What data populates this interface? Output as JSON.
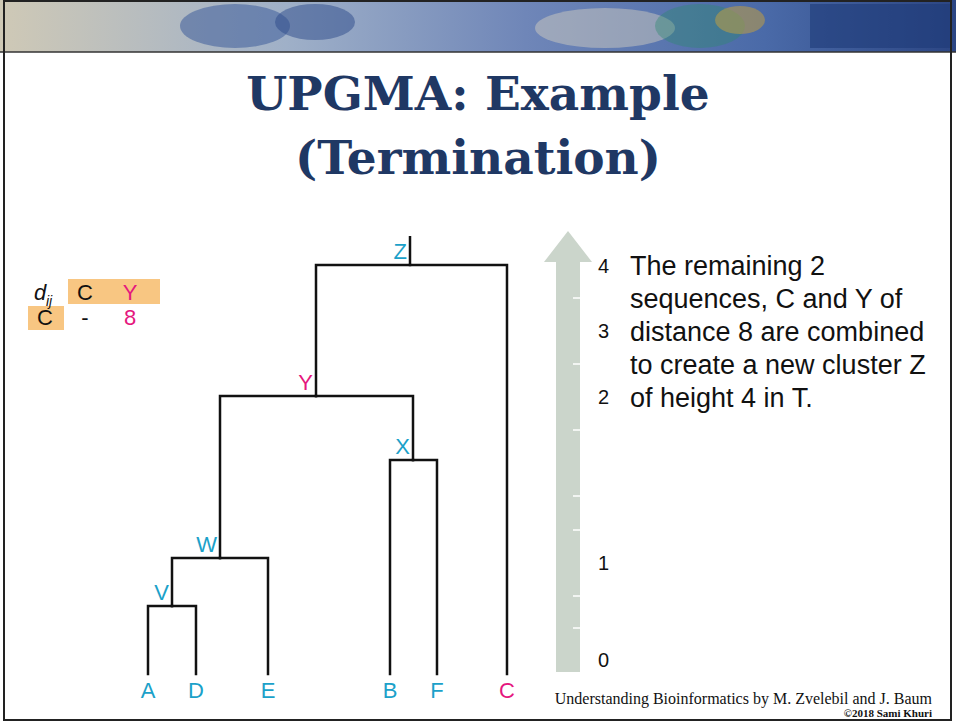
{
  "diagram": {
    "title": "UPGMA: Example (Termination)",
    "nodes": [
      {
        "text": [
          "Z"
        ]
      },
      {
        "text": [
          "Y"
        ]
      },
      {
        "text": [
          "X"
        ]
      },
      {
        "text": [
          "W"
        ]
      },
      {
        "text": [
          "V"
        ]
      },
      {
        "text": [
          "A"
        ]
      },
      {
        "text": [
          "D"
        ]
      },
      {
        "text": [
          "E"
        ]
      },
      {
        "text": [
          "B"
        ]
      },
      {
        "text": [
          "F"
        ]
      },
      {
        "text": [
          "C"
        ]
      }
    ],
    "edges": [
      {
        "from": 0,
        "to": 1,
        "arrow": "none"
      },
      {
        "from": 0,
        "to": 10,
        "arrow": "none"
      },
      {
        "from": 1,
        "to": 3,
        "arrow": "none"
      },
      {
        "from": 1,
        "to": 2,
        "arrow": "none"
      },
      {
        "from": 3,
        "to": 4,
        "arrow": "none"
      },
      {
        "from": 3,
        "to": 7,
        "arrow": "none"
      },
      {
        "from": 4,
        "to": 5,
        "arrow": "none"
      },
      {
        "from": 4,
        "to": 6,
        "arrow": "none"
      },
      {
        "from": 2,
        "to": 8,
        "arrow": "none"
      },
      {
        "from": 2,
        "to": 9,
        "arrow": "none"
      }
    ],
    "labels": [
      "d",
      "ij",
      "C",
      "Y",
      "C",
      "-",
      "8",
      "4",
      "3",
      "2",
      "1",
      "0",
      "The remaining 2 sequences, C and Y of distance 8 are combined to create a new cluster Z of height 4 in T.",
      "Understanding Bioinformatics by M. Zvelebil and J. Baum",
      "©2018 Sami Khuri"
    ]
  }
}
